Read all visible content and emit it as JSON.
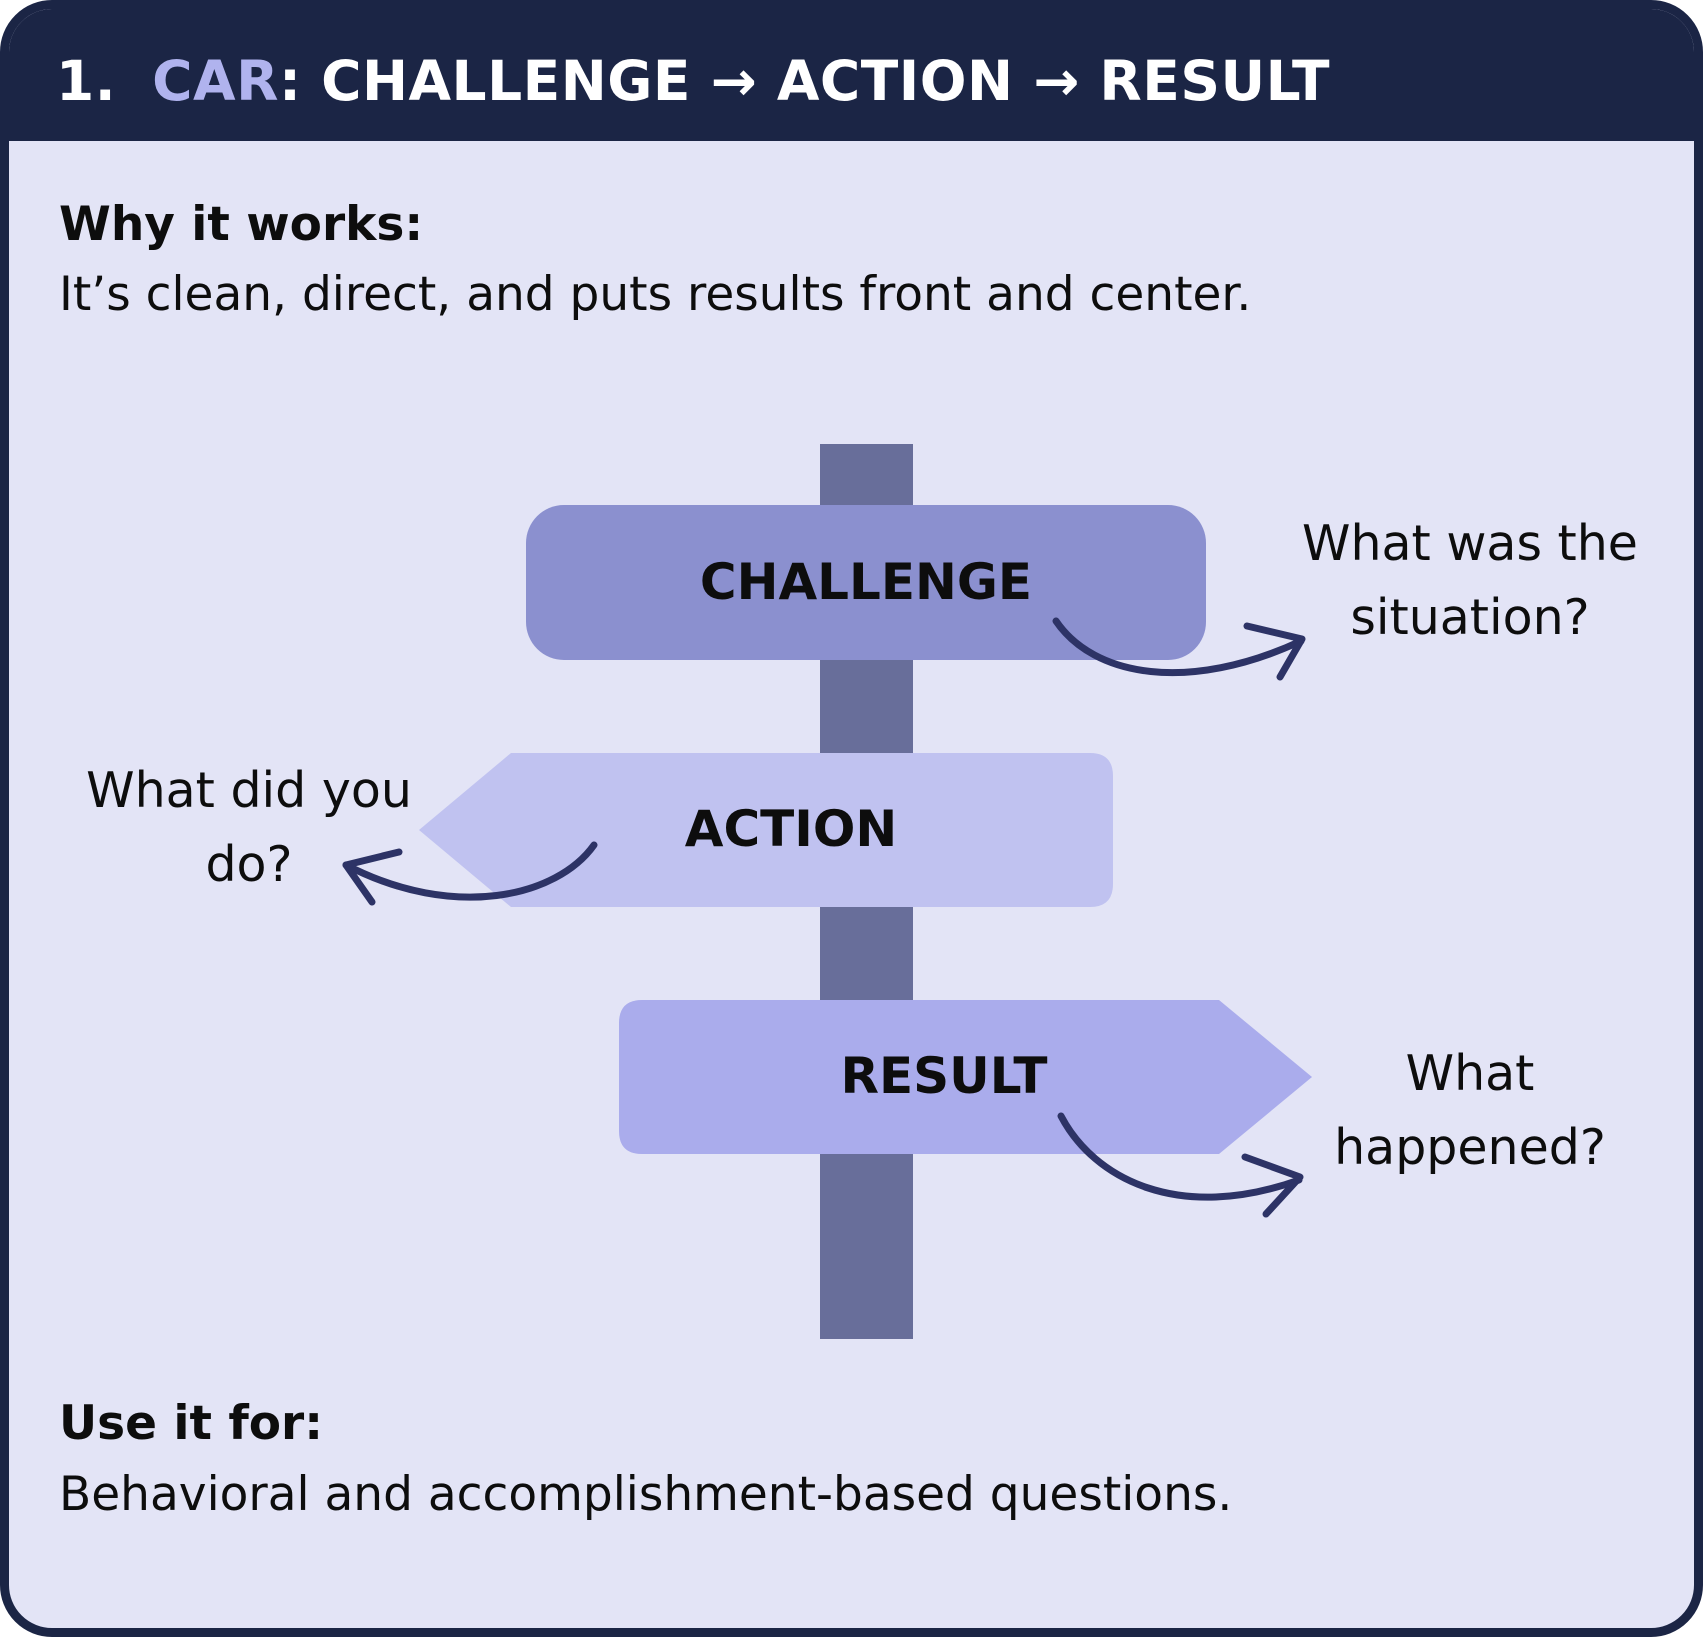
{
  "header": {
    "number": "1.",
    "highlight": "CAR",
    "title": ": CHALLENGE → ACTION → RESULT"
  },
  "why": {
    "heading": "Why it works:",
    "text": "It’s clean, direct, and puts results front and center."
  },
  "use": {
    "heading": "Use it for:",
    "text": "Behavioral and accomplishment-based questions."
  },
  "signs": [
    {
      "label": "CHALLENGE",
      "question_lines": [
        "What was the",
        "situation?"
      ],
      "color": "#8b90cf"
    },
    {
      "label": "ACTION",
      "question_lines": [
        "What did you",
        "do?"
      ],
      "color": "#c0c2f0"
    },
    {
      "label": "RESULT",
      "question_lines": [
        "What",
        "happened?"
      ],
      "color": "#aaacec"
    }
  ],
  "colors": {
    "dark": "#1b2545",
    "background": "#e3e4f6",
    "accent": "#b0b3ee",
    "post": "#686e9a",
    "arrow": "#2d3366"
  }
}
